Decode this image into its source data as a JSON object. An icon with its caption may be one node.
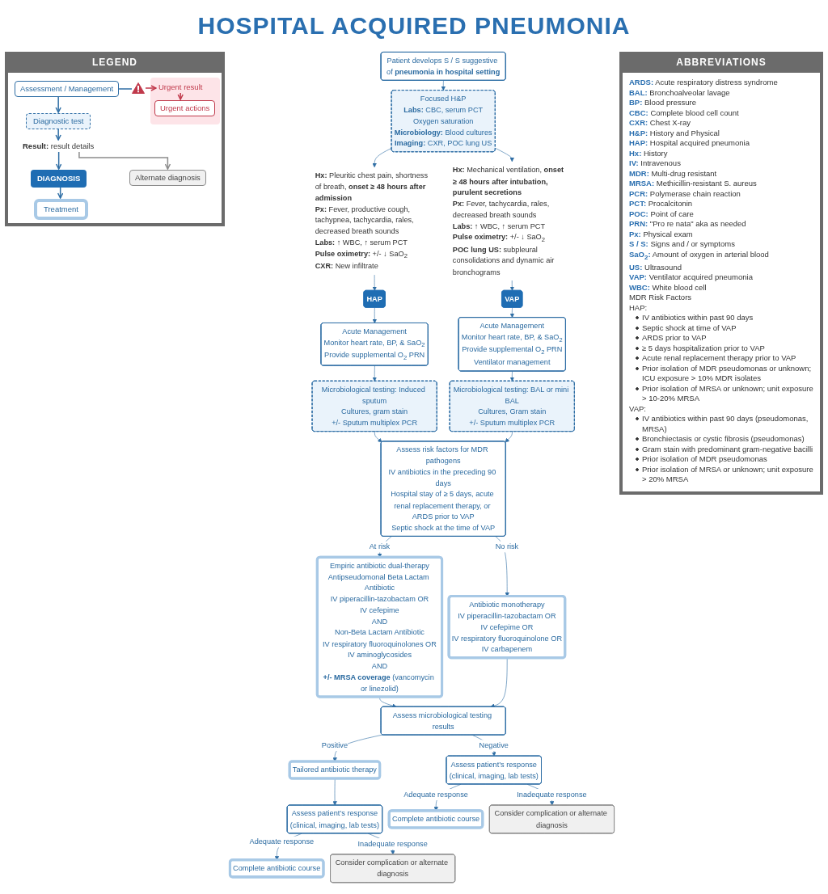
{
  "diagram": {
    "title": "HOSPITAL ACQUIRED PNEUMONIA",
    "nodes": [
      {
        "text": [
          "Patient develops S / S suggestive of **pneumonia in hospital setting**"
        ]
      },
      {
        "text": [
          "Focused H&P",
          "**Labs:** CBC, serum PCT",
          "Oxygen saturation",
          "**Microbiology:** Blood cultures",
          "**Imaging:** CXR, POC lung US"
        ]
      },
      {
        "text": [
          "**Hx:** Pleuritic chest pain, shortness of breath, **onset ≥ 48 hours after admission**",
          "**Px:** Fever, productive cough, tachypnea, tachycardia, rales, decreased breath sounds",
          "**Labs:** ↑ WBC, ↑ serum PCT",
          "**Pulse oximetry:** +/- ↓ SaO$_{2}$",
          "**CXR:** New infiltrate"
        ]
      },
      {
        "text": [
          "**Hx:** Mechanical ventilation, **onset ≥ 48 hours after intubation, purulent secretions**",
          "**Px:** Fever, tachycardia, rales, decreased breath sounds",
          "**Labs:** ↑ WBC, ↑ serum PCT",
          "**Pulse oximetry:** +/- ↓ SaO$_{2}$",
          "**POC lung US:** subpleural consolidations and dynamic air bronchograms"
        ]
      },
      {
        "text": [
          "HAP"
        ]
      },
      {
        "text": [
          "VAP"
        ]
      },
      {
        "text": [
          "Acute Management",
          "Monitor heart rate, BP, & SaO$_{2}$",
          "Provide supplemental O$_{2}$ PRN"
        ]
      },
      {
        "text": [
          "Acute Management",
          "Monitor heart rate, BP, & SaO$_{2}$",
          "Provide supplemental O$_{2}$ PRN",
          "Ventilator management"
        ]
      },
      {
        "text": [
          "Microbiological testing: Induced sputum",
          "Cultures, gram stain",
          "+/- Sputum multiplex PCR"
        ]
      },
      {
        "text": [
          "Microbiological testing: BAL or mini BAL",
          "Cultures, Gram stain",
          "+/- Sputum multiplex PCR"
        ]
      },
      {
        "text": [
          "Assess risk factors for MDR pathogens",
          "IV antibiotics in the preceding 90 days",
          "Hospital stay of ≥ 5 days, acute renal replacement therapy, or ARDS prior to VAP",
          "Septic shock at the time of VAP"
        ]
      },
      {
        "text": [
          "Empiric antibiotic dual-therapy",
          "Antipseudomonal Beta Lactam Antibiotic",
          "IV piperacillin-tazobactam OR",
          "IV cefepime",
          "AND",
          "Non-Beta Lactam Antibiotic",
          "IV respiratory fluoroquinolones OR",
          "IV aminoglycosides",
          "AND",
          "**+/- MRSA coverage** (vancomycin or linezolid)"
        ]
      },
      {
        "text": [
          "Antibiotic monotherapy",
          "IV piperacillin-tazobactam OR",
          "IV cefepime OR",
          "IV respiratory fluoroquinolone OR",
          "IV carbapenem"
        ]
      },
      {
        "text": [
          "Assess microbiological testing results"
        ]
      },
      {
        "text": [
          "Tailored antibiotic therapy"
        ]
      },
      {
        "text": [
          "Assess patient’s response",
          "(clinical, imaging, lab tests)"
        ]
      },
      {
        "text": [
          "Assess patient’s response",
          "(clinical, imaging, lab tests)"
        ]
      },
      {
        "text": [
          "Complete antibiotic course"
        ]
      },
      {
        "text": [
          "Consider complication or alternate diagnosis"
        ]
      },
      {
        "text": [
          "Complete antibiotic course"
        ]
      },
      {
        "text": [
          "Consider complication or alternate diagnosis"
        ]
      }
    ],
    "edges": [
      {
        "from": 0,
        "to": 1,
        "arrow": "to"
      },
      {
        "from": 1,
        "to": 2,
        "arrow": "to"
      },
      {
        "from": 1,
        "to": 3,
        "arrow": "to"
      },
      {
        "from": 2,
        "to": 4,
        "arrow": "to"
      },
      {
        "from": 3,
        "to": 5,
        "arrow": "to"
      },
      {
        "from": 4,
        "to": 6,
        "arrow": "to"
      },
      {
        "from": 5,
        "to": 7,
        "arrow": "to"
      },
      {
        "from": 6,
        "to": 8,
        "arrow": "to"
      },
      {
        "from": 7,
        "to": 9,
        "arrow": "to"
      },
      {
        "from": 8,
        "to": 10,
        "arrow": "to"
      },
      {
        "from": 9,
        "to": 10,
        "arrow": "to"
      },
      {
        "from": 10,
        "to": 11,
        "arrow": "to",
        "label": "At risk"
      },
      {
        "from": 10,
        "to": 12,
        "arrow": "to",
        "label": "No risk"
      },
      {
        "from": 11,
        "to": 13,
        "arrow": "to"
      },
      {
        "from": 12,
        "to": 13,
        "arrow": "to"
      },
      {
        "from": 13,
        "to": 14,
        "arrow": "to",
        "label": "Positive"
      },
      {
        "from": 13,
        "to": 15,
        "arrow": "to",
        "label": "Negative"
      },
      {
        "from": 14,
        "to": 16,
        "arrow": "to"
      },
      {
        "from": 16,
        "to": 19,
        "arrow": "to",
        "label": "Adequate response"
      },
      {
        "from": 16,
        "to": 20,
        "arrow": "to",
        "label": "Inadequate response"
      },
      {
        "from": 15,
        "to": 17,
        "arrow": "to",
        "label": "Adequate response"
      },
      {
        "from": 15,
        "to": 18,
        "arrow": "to",
        "label": "Inadequate response"
      }
    ],
    "labels": [
      "LEGEND",
      "ABBREVIATIONS",
      "**ARDS:** Acute respiratory distress syndrome",
      "**BAL:** Bronchoalveolar lavage",
      "**BP:** Blood pressure",
      "**CBC:** Complete blood cell count",
      "**CXR:** Chest X-ray",
      "**H&P:** History and Physical",
      "**HAP:** Hospital acquired pneumonia",
      "**Hx:** History",
      "**IV:** Intravenous",
      "**MDR:** Multi-drug resistant",
      "**MRSA:** Methicillin-resistant S. aureus",
      "**PCR:** Polymerase chain reaction",
      "**PCT:** Procalcitonin",
      "**POC:** Point of care",
      "**PRN:** \"Pro re nata\" aka as needed",
      "**Px:** Physical exam",
      "**S / S:** Signs and / or symptoms",
      "**SaO$_{2}$:** Amount of oxygen in arterial blood",
      "**US:** Ultrasound",
      "**VAP:** Ventilator acquired pneumonia",
      "**WBC:** White blood cell",
      "MDR Risk Factors",
      "HAP:",
      "IV antibiotics within past 90 days",
      "Septic shock at time of VAP",
      "ARDS prior to VAP",
      "≥ 5 days hospitalization prior to VAP",
      "Acute renal replacement therapy prior to VAP",
      "Prior isolation of MDR pseudomonas or unknown; ICU exposure > 10% MDR isolates",
      "Prior isolation of MRSA or unknown; unit exposure > 10-20% MRSA",
      "VAP:",
      "IV antibiotics within past 90 days (pseudomonas, MRSA)",
      "Bronchiectasis or cystic fibrosis (pseudomonas)",
      "Gram stain with predominant gram-negative bacilli",
      "Prior isolation of MDR pseudomonas",
      "Prior isolation of MRSA or unknown; unit exposure > 20% MRSA"
    ],
    "legend": [
      {
        "text": "Assessment / Management"
      },
      {
        "text": "Urgent result"
      },
      {
        "text": "Diagnostic test"
      },
      {
        "text": "Urgent actions"
      },
      {
        "text": "**Result:** result details"
      },
      {
        "text": "DIAGNOSIS"
      },
      {
        "text": "Alternate diagnosis"
      },
      {
        "text": "Treatment"
      }
    ]
  }
}
